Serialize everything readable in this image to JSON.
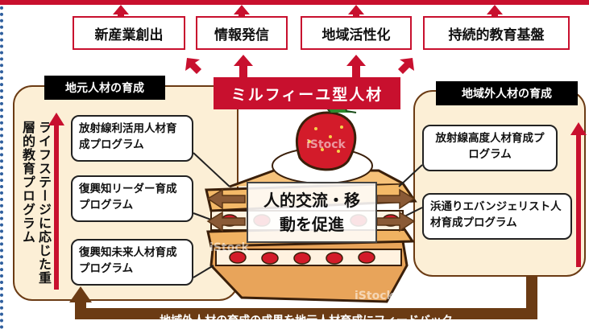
{
  "outputs": [
    "新産業創出",
    "情報発信",
    "地域活性化",
    "持続的教育基盤"
  ],
  "center_label": "ミルフィーユ型人材",
  "local": {
    "title": "地元人材の育成",
    "vertical_label": "ライフステージに応じた重層的教育プログラム",
    "programs": [
      "放射線利活用人材育成プログラム",
      "復興知リーダー育成プログラム",
      "復興知未来人材育成プログラム"
    ]
  },
  "external": {
    "title": "地域外人材の育成",
    "programs": [
      "放射線高度人材育成プログラム",
      "浜通りエバンジェリスト人材育成プログラム"
    ]
  },
  "exchange_label": "人的交流・移動を促進",
  "feedback_label": "地域外人材の育成の成果を地元人材育成にフィードバック",
  "watermark": "iStock",
  "colors": {
    "accent": "#c8102e",
    "panel": "#fcefd6",
    "brown": "#6b3b14",
    "frame": "#2f5f9e"
  }
}
